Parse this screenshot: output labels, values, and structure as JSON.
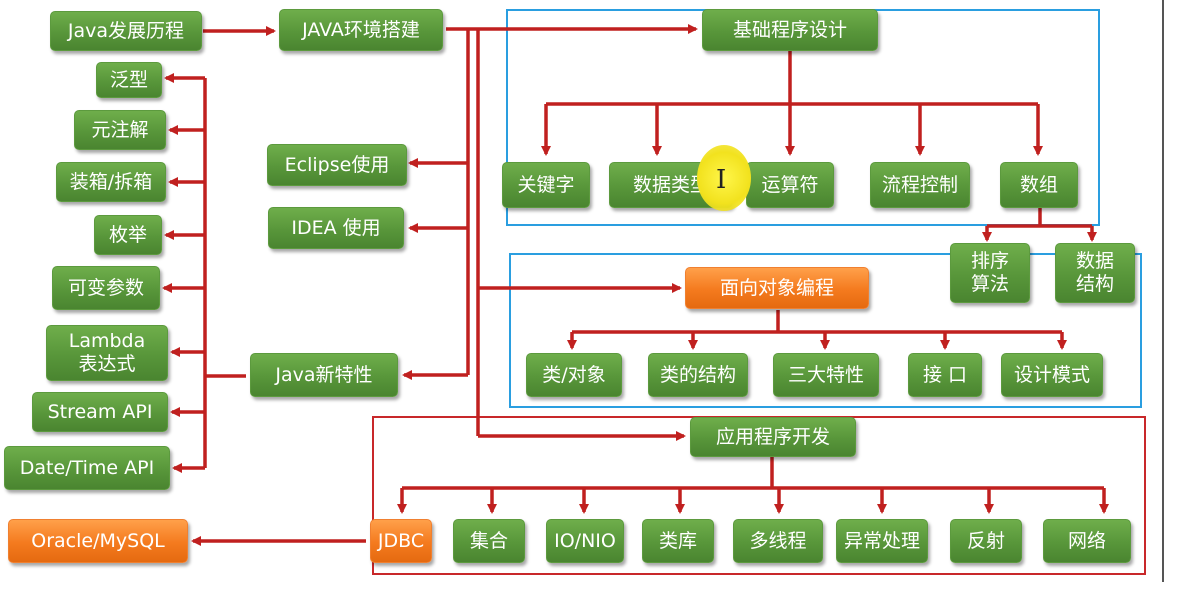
{
  "colors": {
    "arrow": "#c0201f",
    "node_green": "#58963a",
    "node_orange": "#f47a1e",
    "frame_blue": "#2a9ee0",
    "frame_red": "#c8282a",
    "cursor_highlight": "#f5e42a"
  },
  "nodes": {
    "java_history": "Java发展历程",
    "java_env": "JAVA环境搭建",
    "basic_programming": "基础程序设计",
    "keywords": "关键字",
    "data_types": "数据类型",
    "operators": "运算符",
    "flow_control": "流程控制",
    "arrays": "数组",
    "sorting_line1": "排序",
    "sorting_line2": "算法",
    "data_structure_line1": "数据",
    "data_structure_line2": "结构",
    "oop": "面向对象编程",
    "class_object": "类/对象",
    "class_structure": "类的结构",
    "three_features": "三大特性",
    "interface": "接 口",
    "design_patterns": "设计模式",
    "app_dev": "应用程序开发",
    "jdbc": "JDBC",
    "collections": "集合",
    "io_nio": "IO/NIO",
    "class_library": "类库",
    "multithreading": "多线程",
    "exception": "异常处理",
    "reflection": "反射",
    "network": "网络",
    "oracle_mysql": "Oracle/MySQL",
    "eclipse": "Eclipse使用",
    "idea": "IDEA 使用",
    "java_new_features": "Java新特性",
    "generics": "泛型",
    "annotations": "元注解",
    "boxing": "装箱/拆箱",
    "enums": "枚举",
    "varargs": "可变参数",
    "lambda_line1": "Lambda",
    "lambda_line2": "表达式",
    "stream_api": "Stream API",
    "datetime_api": "Date/Time API"
  },
  "cursor": {
    "glyph": "I"
  }
}
